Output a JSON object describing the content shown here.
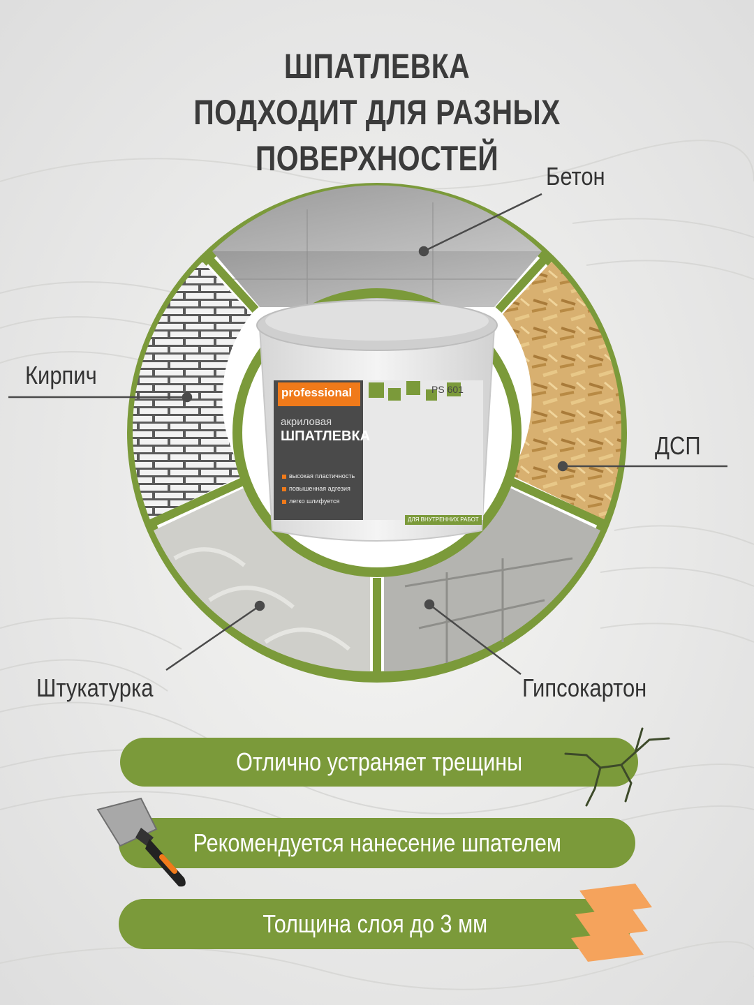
{
  "title": {
    "line1": "ШПАТЛЕВКА",
    "line2": "ПОДХОДИТ ДЛЯ РАЗНЫХ ПОВЕРХНОСТЕЙ"
  },
  "surfaces": {
    "concrete": "Бетон",
    "brick": "Кирпич",
    "chipboard": "ДСП",
    "plaster": "Штукатурка",
    "drywall": "Гипсокартон"
  },
  "product": {
    "brand": "professional",
    "code": "PS 601",
    "type": "акриловая",
    "name": "ШПАТЛЕВКА",
    "features": [
      "высокая пластичность",
      "повышенная адгезия",
      "легко шлифуется"
    ],
    "usage": "ДЛЯ ВНУТРЕННИХ РАБОТ"
  },
  "benefits": [
    "Отлично устраняет трещины",
    "Рекомендуется нанесение шпателем",
    "Толщина слоя до 3 мм"
  ],
  "colors": {
    "accent_green": "#7b9a3a",
    "title_gray": "#3b3b3b",
    "brand_orange": "#f07a1a",
    "layer_orange": "#f5a35c"
  },
  "icons": [
    "crack-icon",
    "putty-knife-icon",
    "layers-icon"
  ]
}
